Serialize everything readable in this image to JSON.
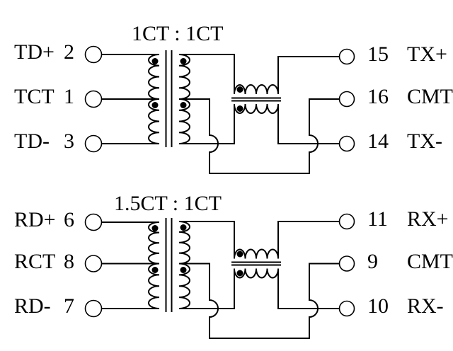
{
  "colors": {
    "line": "#000000",
    "background": "#ffffff"
  },
  "sections": [
    {
      "id": "transmit",
      "ratio_label": "1CT : 1CT",
      "left_pins": [
        {
          "name": "TD+",
          "pin": "2"
        },
        {
          "name": "TCT",
          "pin": "1"
        },
        {
          "name": "TD-",
          "pin": "3"
        }
      ],
      "right_pins": [
        {
          "pin": "15",
          "name": "TX+"
        },
        {
          "pin": "16",
          "name": "CMT"
        },
        {
          "pin": "14",
          "name": "TX-"
        }
      ]
    },
    {
      "id": "receive",
      "ratio_label": "1.5CT : 1CT",
      "left_pins": [
        {
          "name": "RD+",
          "pin": "6"
        },
        {
          "name": "RCT",
          "pin": "8"
        },
        {
          "name": "RD-",
          "pin": "7"
        }
      ],
      "right_pins": [
        {
          "pin": "11",
          "name": "RX+"
        },
        {
          "pin": "9",
          "name": "CMT"
        },
        {
          "pin": "10",
          "name": "RX-"
        }
      ]
    }
  ]
}
